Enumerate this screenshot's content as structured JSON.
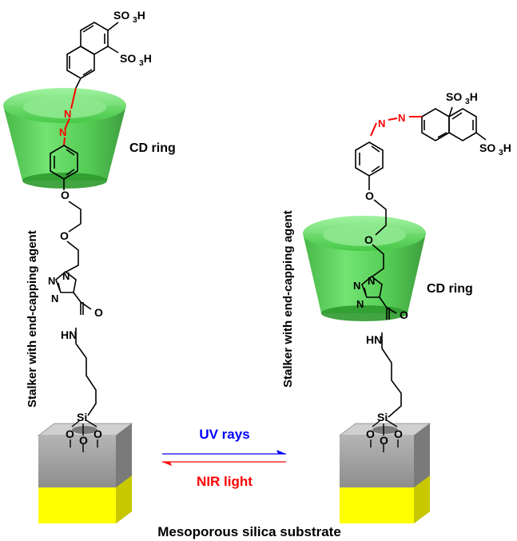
{
  "left_assembly": {
    "sulfonate_top": "SO3H",
    "sulfonate_mid": "SO3H",
    "ring_label": "CD ring",
    "stalker_label": "Stalker with end-capping agent",
    "amide_o": "O",
    "amide_nh": "HN",
    "ether_o1": "O",
    "ether_o2": "O",
    "triazole_n1": "N",
    "triazole_n2": "N",
    "triazole_n3": "N",
    "azo_n1": "N",
    "azo_n2": "N",
    "silicon": "Si",
    "siloxane_o1": "O",
    "siloxane_o2": "O",
    "siloxane_o3": "O"
  },
  "right_assembly": {
    "sulfonate_top": "SO3H",
    "sulfonate_bottom": "SO3H",
    "ring_label": "CD ring",
    "stalker_label": "Stalker with end-capping agent",
    "amide_o": "O",
    "amide_nh": "HN",
    "ether_o1": "O",
    "ether_o2": "O",
    "triazole_n1": "N",
    "triazole_n2": "N",
    "triazole_n3": "N",
    "azo_n1": "N",
    "azo_n2": "N",
    "silicon": "Si",
    "siloxane_o1": "O",
    "siloxane_o2": "O",
    "siloxane_o3": "O"
  },
  "arrows": {
    "forward_label": "UV rays",
    "backward_label": "NIR light"
  },
  "substrate_label": "Mesoporous silica substrate",
  "colors": {
    "uv": "#0000ff",
    "nir": "#ff0000",
    "azo_bond": "#ff0000",
    "cd_ring": "#3cc43c",
    "substrate_gray": "#a6a6a6",
    "substrate_yellow": "#ffff00"
  }
}
